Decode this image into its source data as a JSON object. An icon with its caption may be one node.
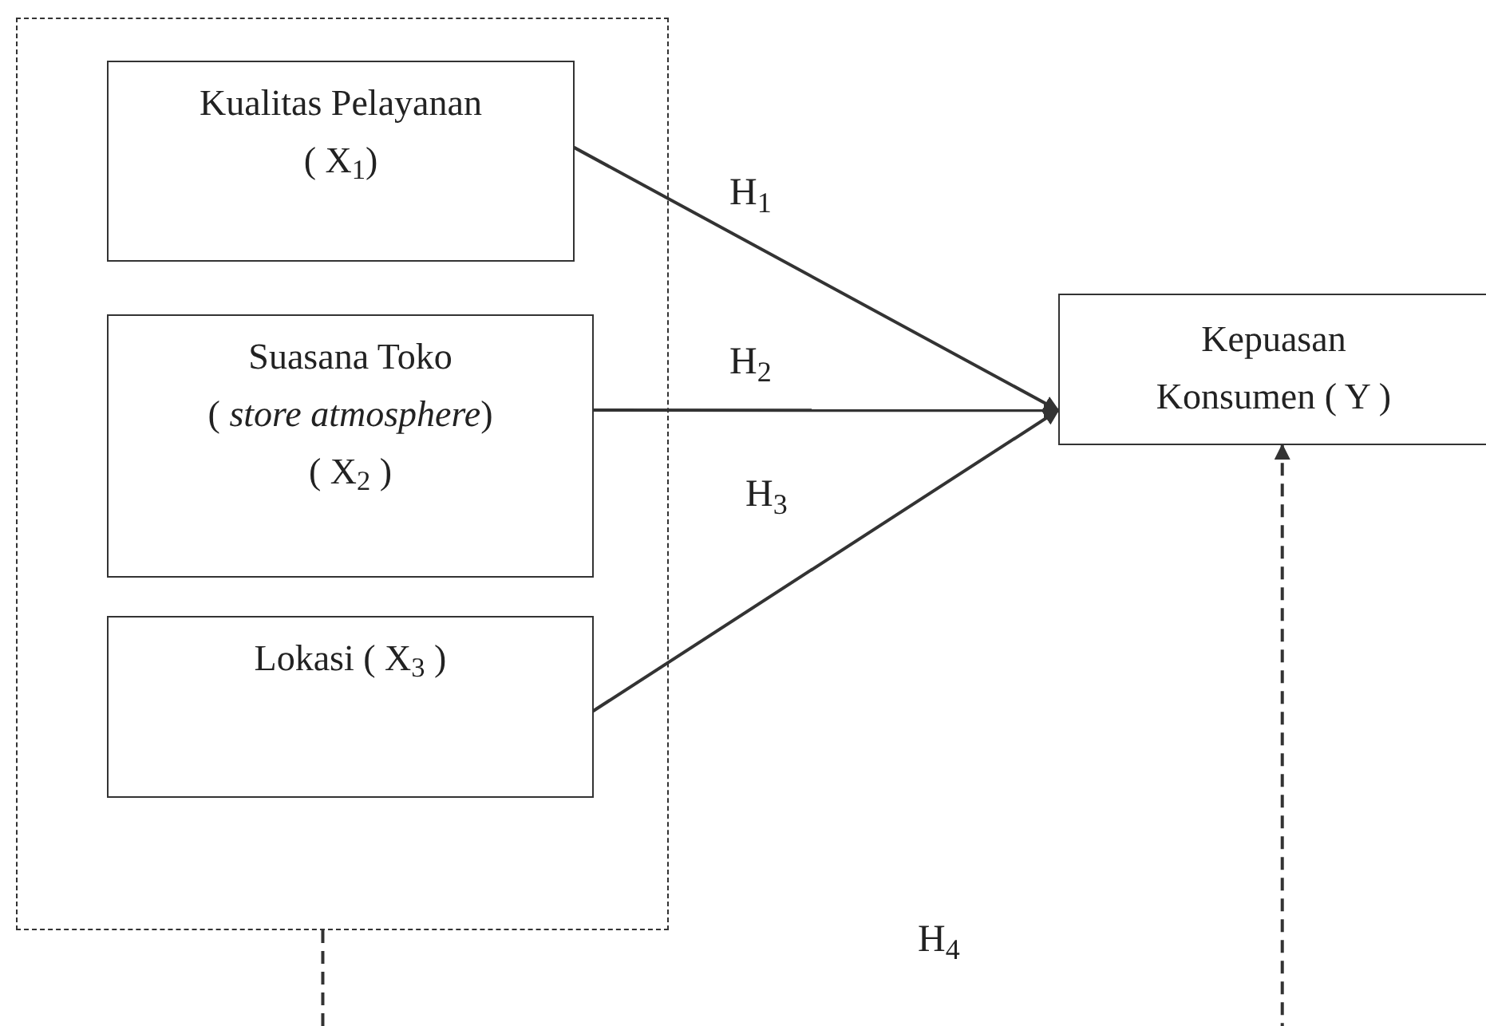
{
  "diagram": {
    "nodes": [
      {
        "text": [],
        "shape": "box"
      },
      {
        "text": [
          "Kualitas Pelayanan",
          "( X$_{1}$)"
        ],
        "in": 0
      },
      {
        "text": [
          "Suasana Toko",
          "( *store atmosphere*)",
          "( X$_{2}$ )"
        ],
        "in": 0
      },
      {
        "text": [
          "Lokasi ( X$_{3}$ )"
        ],
        "in": 0
      },
      {
        "text": [
          "Kepuasan Konsumen ( Y )"
        ]
      }
    ],
    "edges": [
      {
        "from": 1,
        "to": 4,
        "arrow": "to",
        "label": "H$_{1}$"
      },
      {
        "from": 2,
        "to": 4,
        "arrow": "to",
        "label": "H$_{2}$"
      },
      {
        "from": 3,
        "to": 4,
        "arrow": "to",
        "label": "H$_{3}$"
      },
      {
        "from": 0,
        "to": 4,
        "arrow": "to",
        "label": "H$_{4}$",
        "style": "dashed"
      }
    ]
  }
}
